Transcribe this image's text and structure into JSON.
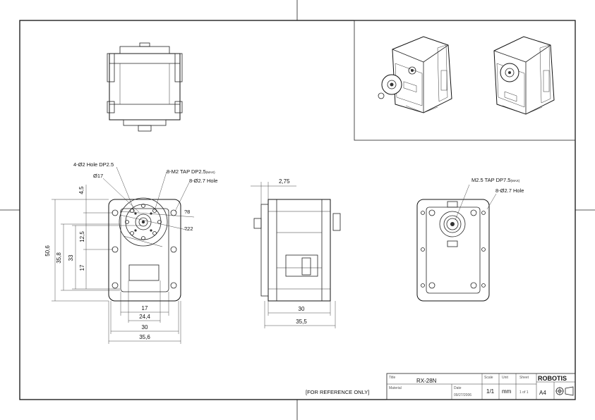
{
  "drawing": {
    "annotations": {
      "holes_4": "4-Ø2 Hole DP2.5",
      "dia17": "Ø17",
      "tap_m2": "8-M2 TAP DP2.5",
      "tap_m2_suffix": "(MAX)",
      "holes_8_front": "8-Ø2.7 Hole",
      "ang8": "?8",
      "ang22": "?22",
      "tap_m25": "M2.5 TAP DP7.5",
      "tap_m25_suffix": "(MAX)",
      "holes_8_back": "8-Ø2.7 Hole",
      "reference_note": "[FOR REFERENCE ONLY]"
    },
    "dimensions": {
      "d_4_5": "4,5",
      "d_12_5": "12,5",
      "d_50_6": "50,6",
      "d_35_8": "35,8",
      "d_33": "33",
      "d_17v": "17",
      "d_17h": "17",
      "d_24_4": "24,4",
      "d_30_front": "30",
      "d_35_6": "35,6",
      "d_2_75": "2,75",
      "d_30_side": "30",
      "d_35_5": "35,5"
    }
  },
  "title_block": {
    "title_label": "Title",
    "title_value": "RX-28N",
    "material_label": "Material",
    "date_label": "Date",
    "date_value": "09/27/2006",
    "scale_label": "Scale",
    "scale_value": "1/1",
    "unit_label": "Unit",
    "unit_value": "mm",
    "sheet_label": "Sheet",
    "sheet_value": "1 of 1",
    "paper_size": "A4",
    "brand": "ROBOTIS"
  }
}
